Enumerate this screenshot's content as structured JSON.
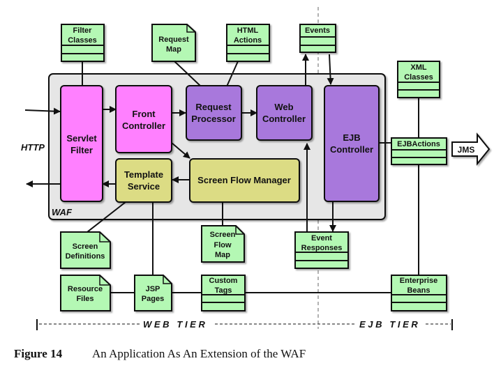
{
  "title": "An Application As An Extension of the WAF",
  "caption": {
    "figure_label": "Figure 14",
    "text": "An Application As An Extension of the WAF"
  },
  "colors": {
    "waf_background": "#e6e6e6",
    "magenta_component": "#ff80ff",
    "purple_component": "#a878dc",
    "yellow_component": "#dcdc84",
    "green_artifact": "#b4f8b4",
    "outline": "#111111"
  },
  "containers": {
    "waf": {
      "label": "WAF"
    }
  },
  "components": {
    "servlet_filter": {
      "line1": "Servlet",
      "line2": "Filter"
    },
    "front_controller": {
      "line1": "Front",
      "line2": "Controller"
    },
    "request_processor": {
      "line1": "Request",
      "line2": "Processor"
    },
    "web_controller": {
      "line1": "Web",
      "line2": "Controller"
    },
    "ejb_controller": {
      "line1": "EJB",
      "line2": "Controller"
    },
    "template_service": {
      "line1": "Template",
      "line2": "Service"
    },
    "screen_flow_manager": {
      "line1": "Screen Flow Manager"
    }
  },
  "artifacts": {
    "filter_classes": {
      "type": "class",
      "line1": "Filter",
      "line2": "Classes"
    },
    "request_map": {
      "type": "document",
      "line1": "Request",
      "line2": "Map"
    },
    "html_actions": {
      "type": "class",
      "line1": "HTML",
      "line2": "Actions"
    },
    "events": {
      "type": "class",
      "line1": "Events"
    },
    "xml_classes": {
      "type": "class",
      "line1": "XML",
      "line2": "Classes"
    },
    "ejb_actions": {
      "type": "class",
      "line1": "EJBActions"
    },
    "screen_definitions": {
      "type": "document",
      "line1": "Screen",
      "line2": "Definitions"
    },
    "screen_flow_map": {
      "type": "document",
      "line1": "Screen",
      "line2": "Flow",
      "line3": "Map"
    },
    "event_responses": {
      "type": "class",
      "line1": "Event",
      "line2": "Responses"
    },
    "resource_files": {
      "type": "document",
      "line1": "Resource",
      "line2": "Files"
    },
    "jsp_pages": {
      "type": "document",
      "line1": "JSP",
      "line2": "Pages"
    },
    "custom_tags": {
      "type": "class",
      "line1": "Custom",
      "line2": "Tags"
    },
    "enterprise_beans": {
      "type": "class",
      "line1": "Enterprise",
      "line2": "Beans"
    }
  },
  "labels": {
    "http": "HTTP",
    "jms": "JMS",
    "web_tier": "W E B   T I E R",
    "ejb_tier": "E J B   T I E R"
  }
}
